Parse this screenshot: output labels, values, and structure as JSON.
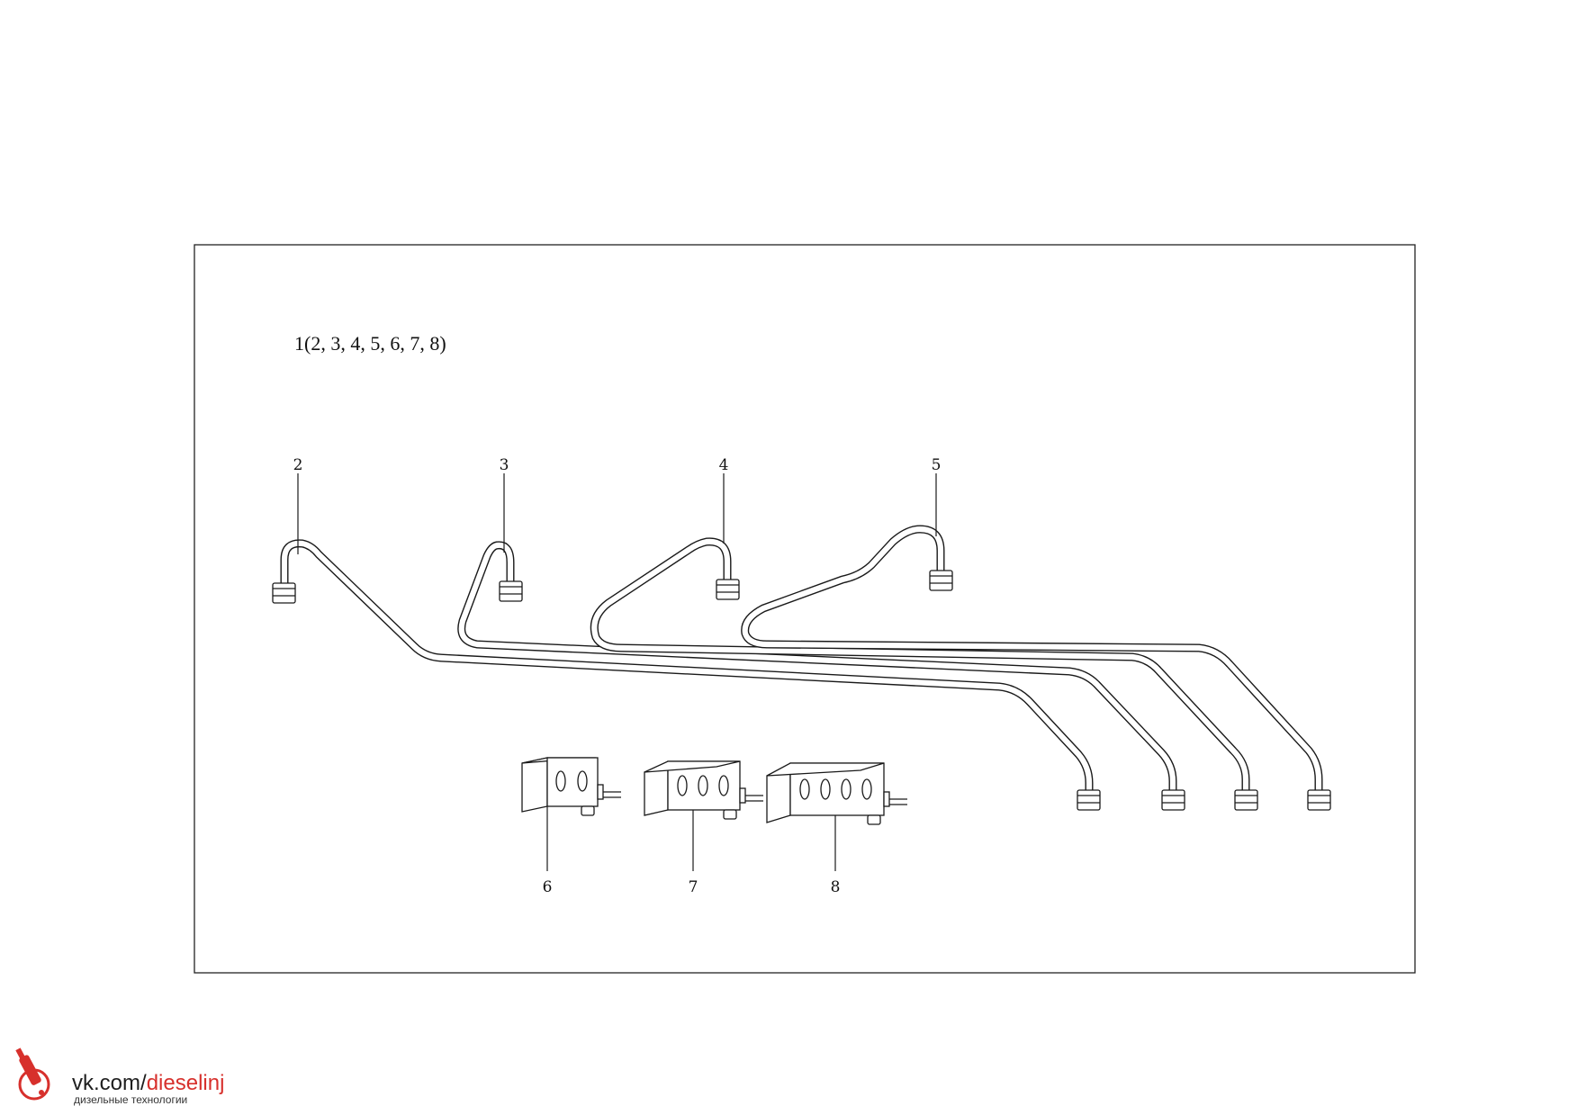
{
  "diagram": {
    "assembly_label": "1(2, 3, 4, 5, 6, 7, 8)",
    "callouts": [
      "2",
      "3",
      "4",
      "5",
      "6",
      "7",
      "8"
    ]
  },
  "watermark": {
    "url_prefix": "vk.com/",
    "url_handle": "dieselinj",
    "subtitle": "дизельные технологии",
    "accent_color": "#d7302c"
  }
}
